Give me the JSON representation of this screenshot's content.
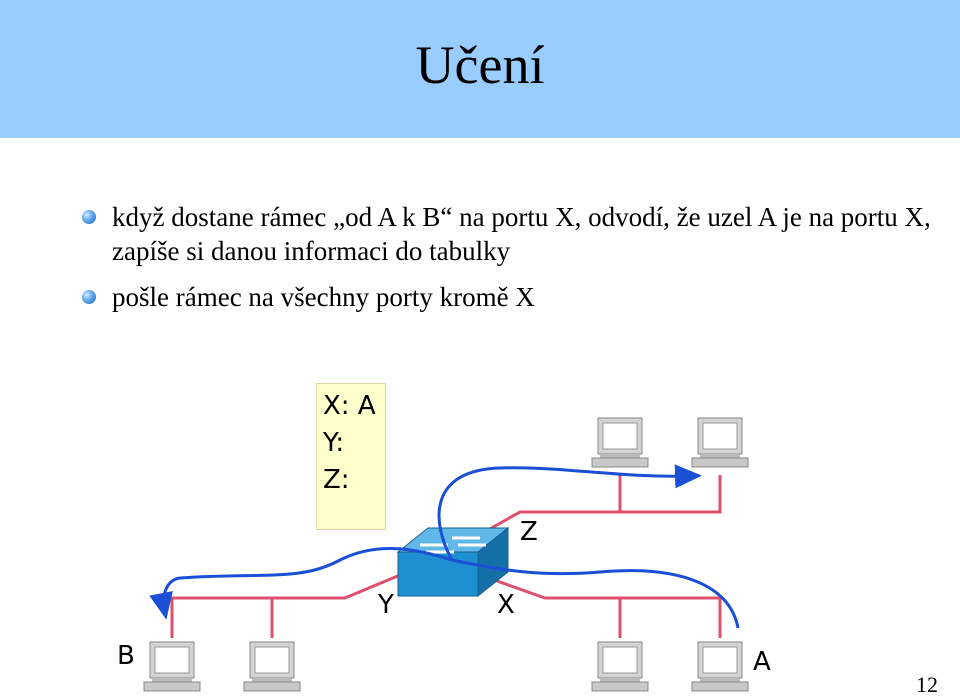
{
  "slide": {
    "title": "Učení",
    "bullets": [
      "když dostane rámec „od A k B“ na portu X, odvodí, že uzel A je na portu X, zapíše si danou informaci do tabulky",
      "pošle rámec na všechny porty kromě X"
    ],
    "page_number": "12"
  },
  "switch_table": {
    "rows": [
      "X: A",
      "Y:",
      "Z:"
    ]
  },
  "ports": {
    "x": "X",
    "y": "Y",
    "z": "Z"
  },
  "nodes": {
    "a": "A",
    "b": "B"
  },
  "colors": {
    "title_bar": "#99ccff",
    "cable": "#e0506e",
    "flow_arrow": "#1a4fd6",
    "table_bg": "#ffffcc",
    "switch": "#1e8fd0"
  }
}
